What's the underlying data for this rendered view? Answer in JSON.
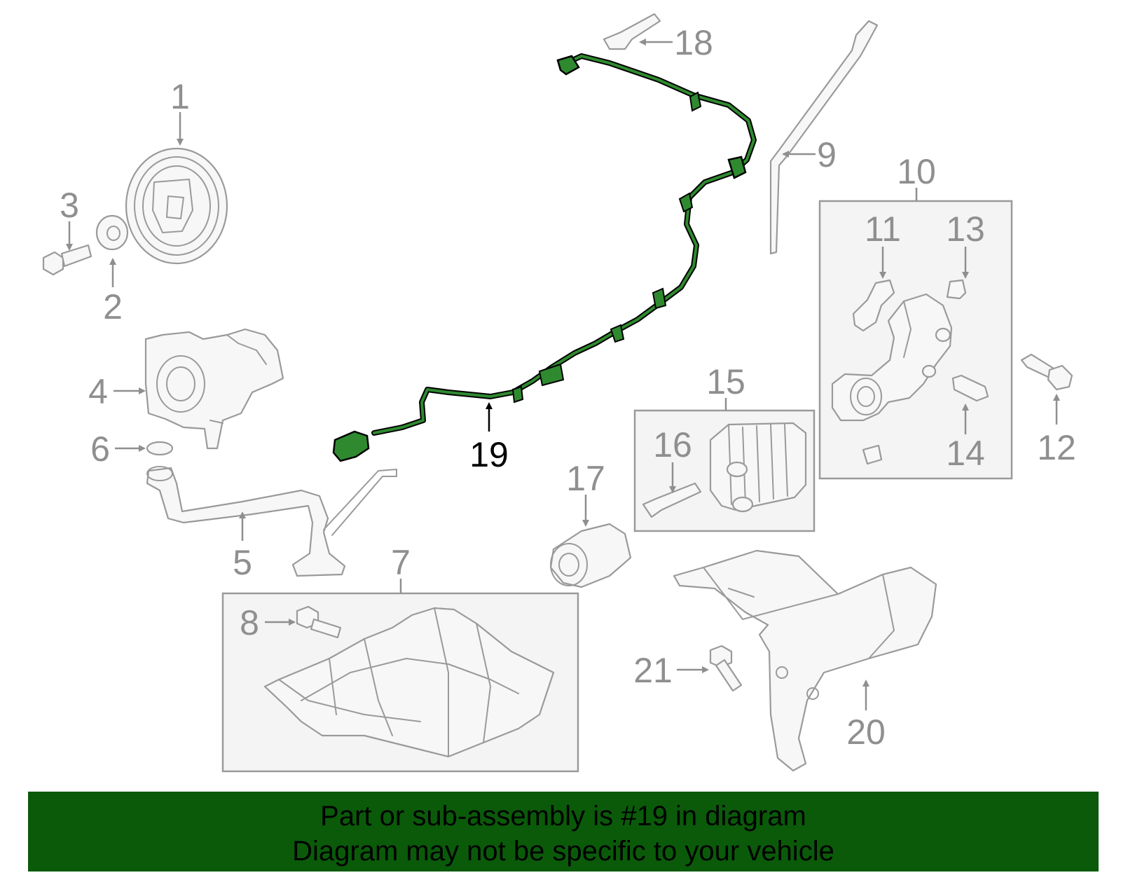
{
  "callouts": {
    "c1": "1",
    "c2": "2",
    "c3": "3",
    "c4": "4",
    "c5": "5",
    "c6": "6",
    "c7": "7",
    "c8": "8",
    "c9": "9",
    "c10": "10",
    "c11": "11",
    "c12": "12",
    "c13": "13",
    "c14": "14",
    "c15": "15",
    "c16": "16",
    "c17": "17",
    "c18": "18",
    "c19": "19",
    "c20": "20",
    "c21": "21"
  },
  "highlighted_part": "19",
  "colors": {
    "highlight": "#0a5a0a",
    "parts": "#9a9a9a",
    "banner": "#0a5a0a"
  },
  "banner": {
    "line1": "Part or sub-assembly is #19 in diagram",
    "line2": "Diagram may not be specific to your vehicle"
  }
}
